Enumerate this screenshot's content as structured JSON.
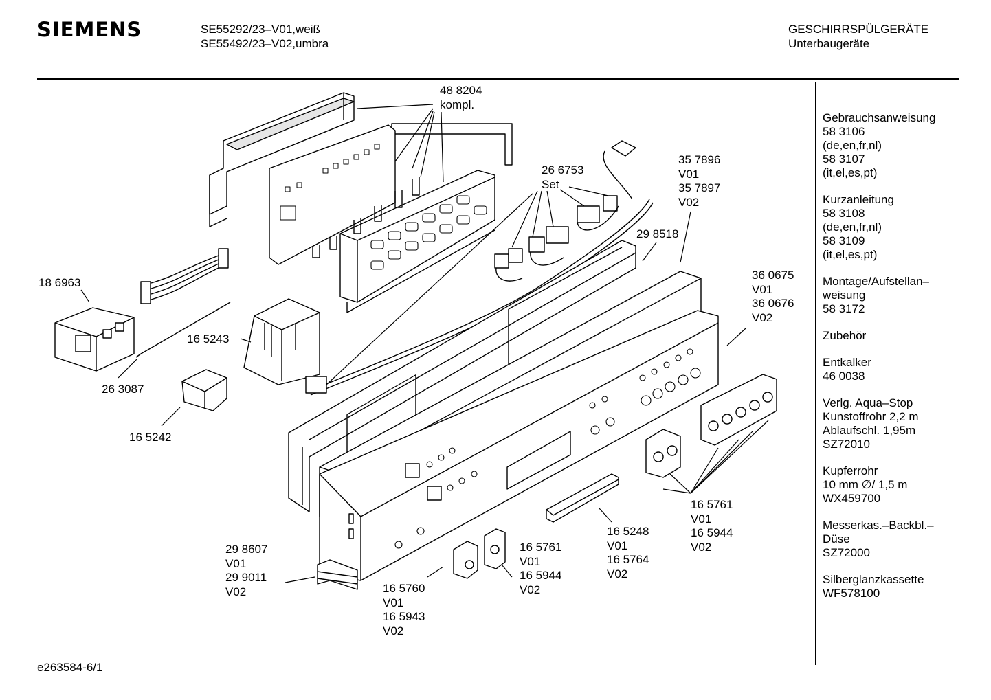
{
  "header": {
    "brand": "SIEMENS",
    "models": [
      "SE55292/23–V01,weiß",
      "SE55492/23–V02,umbra"
    ],
    "category": [
      "GESCHIRRSPÜLGERÄTE",
      "Unterbaugeräte"
    ]
  },
  "sidebar": {
    "groups": [
      {
        "lines": [
          "Gebrauchsanweisung",
          "58 3106",
          "(de,en,fr,nl)",
          "58 3107",
          "(it,el,es,pt)"
        ]
      },
      {
        "lines": [
          "Kurzanleitung",
          "58 3108",
          "(de,en,fr,nl)",
          "58 3109",
          "(it,el,es,pt)"
        ]
      },
      {
        "lines": [
          "Montage/Aufstellan–",
          "weisung",
          "58 3172"
        ]
      },
      {
        "lines": [
          "Zubehör"
        ]
      },
      {
        "lines": [
          "Entkalker",
          "46 0038"
        ]
      },
      {
        "lines": [
          "Verlg. Aqua–Stop",
          "Kunstoffrohr 2,2 m",
          "Ablaufschl. 1,95m",
          "SZ72010"
        ]
      },
      {
        "lines": [
          "Kupferrohr",
          "10 mm ∅/ 1,5 m",
          "WX459700"
        ]
      },
      {
        "lines": [
          "Messerkas.–Backbl.–",
          "Düse",
          "SZ72000"
        ]
      },
      {
        "lines": [
          "Silberglanzkassette",
          "WF578100"
        ]
      }
    ]
  },
  "parts": [
    {
      "id": "p488204",
      "lines": [
        "48 8204",
        "kompl."
      ]
    },
    {
      "id": "p266753",
      "lines": [
        "26 6753",
        "Set"
      ]
    },
    {
      "id": "p357896",
      "lines": [
        "35 7896",
        "V01",
        "35 7897",
        "V02"
      ]
    },
    {
      "id": "p298518",
      "lines": [
        "29 8518"
      ]
    },
    {
      "id": "p360675",
      "lines": [
        "36 0675",
        "V01",
        "36 0676",
        "V02"
      ]
    },
    {
      "id": "p186963",
      "lines": [
        "18 6963"
      ]
    },
    {
      "id": "p165243",
      "lines": [
        "16 5243"
      ]
    },
    {
      "id": "p263087",
      "lines": [
        "26 3087"
      ]
    },
    {
      "id": "p165242",
      "lines": [
        "16 5242"
      ]
    },
    {
      "id": "p298607",
      "lines": [
        "29 8607",
        "V01",
        "29 9011",
        "V02"
      ]
    },
    {
      "id": "p165760",
      "lines": [
        "16 5760",
        "V01",
        "16 5943",
        "V02"
      ]
    },
    {
      "id": "p165761a",
      "lines": [
        "16 5761",
        "V01",
        "16 5944",
        "V02"
      ]
    },
    {
      "id": "p165248",
      "lines": [
        "16 5248",
        "V01",
        "16 5764",
        "V02"
      ]
    },
    {
      "id": "p165761b",
      "lines": [
        "16 5761",
        "V01",
        "16 5944",
        "V02"
      ]
    }
  ],
  "footer": {
    "code": "e263584-6/1"
  }
}
